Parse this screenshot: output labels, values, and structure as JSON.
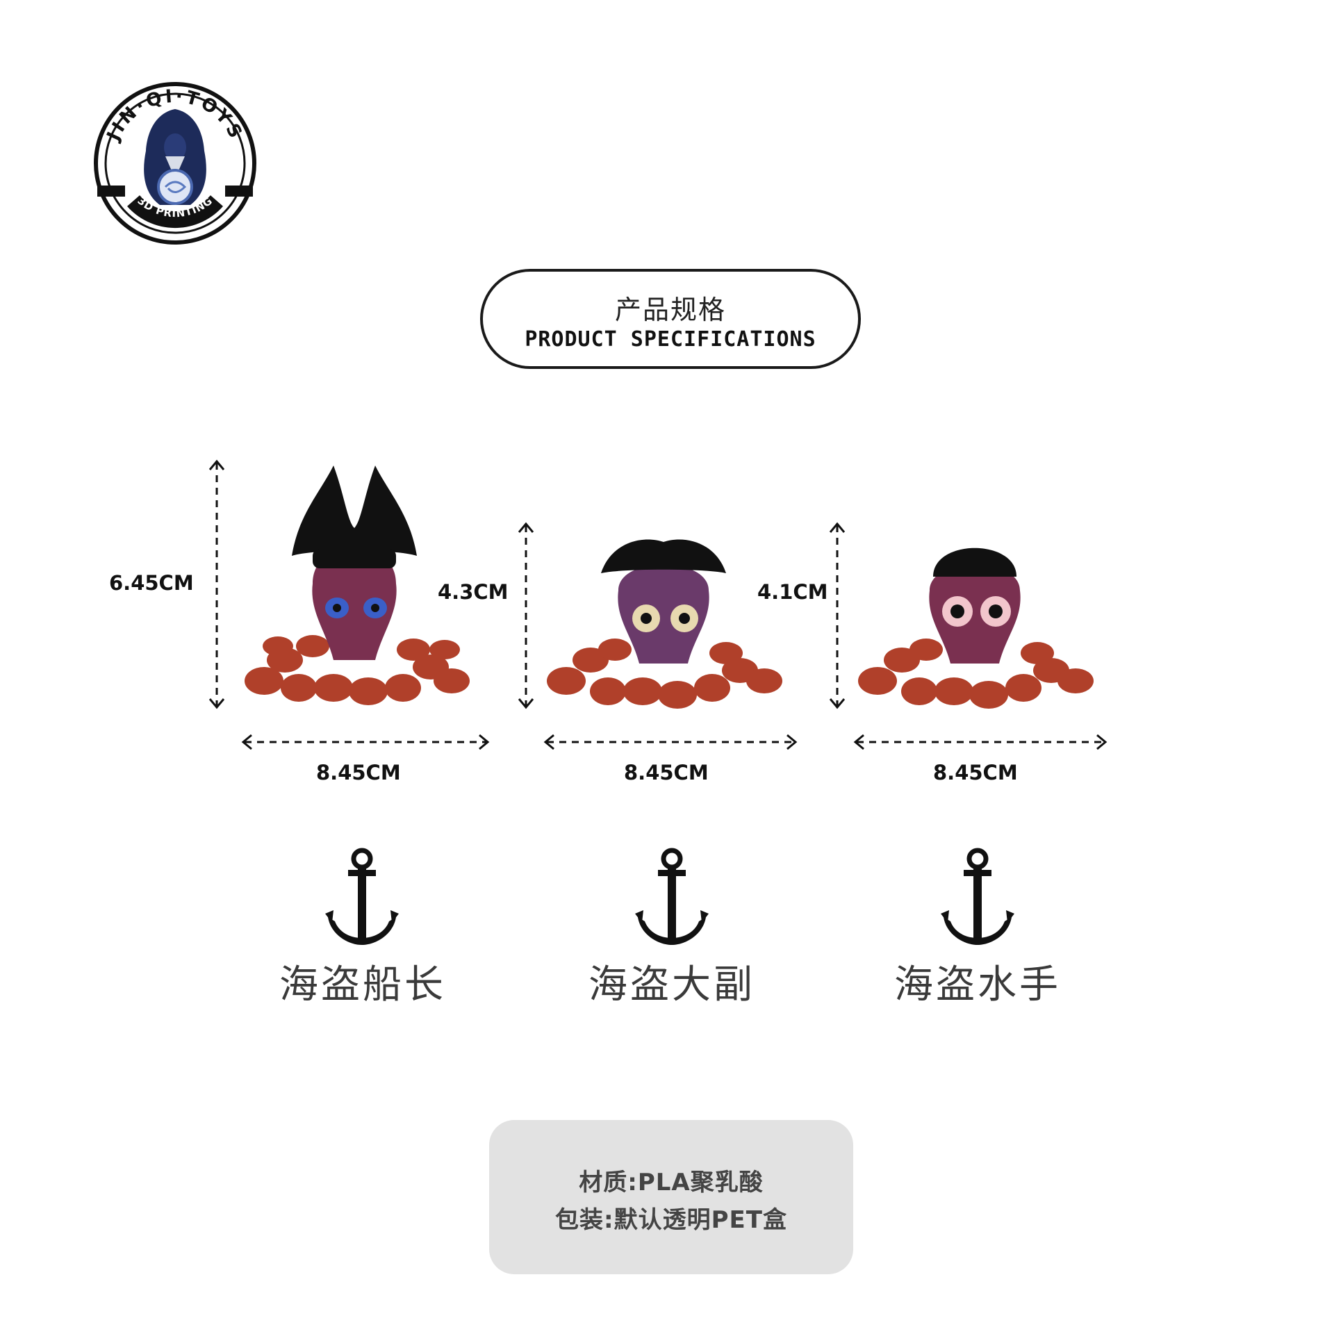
{
  "brand": {
    "name": "JIN·QI·TOYS",
    "tagline": "3D PRINTING"
  },
  "header": {
    "title_cn": "产品规格",
    "title_en": "PRODUCT SPECIFICATIONS"
  },
  "products": [
    {
      "height_label": "6.45CM",
      "width_label": "8.45CM",
      "name": "海盗船长",
      "eye_color": "#3a5fc8",
      "hat": "captain"
    },
    {
      "height_label": "4.3CM",
      "width_label": "8.45CM",
      "name": "海盗大副",
      "eye_color": "#e8d9b0",
      "hat": "tricorn"
    },
    {
      "height_label": "4.1CM",
      "width_label": "8.45CM",
      "name": "海盗水手",
      "eye_color": "#f2c6cc",
      "hat": "cap"
    }
  ],
  "info": {
    "material": "材质:PLA聚乳酸",
    "packaging": "包装:默认透明PET盒"
  },
  "colors": {
    "tentacle": "#b0402a",
    "body": "#7a3050",
    "hat": "#111111",
    "info_bg": "#e2e2e2"
  }
}
